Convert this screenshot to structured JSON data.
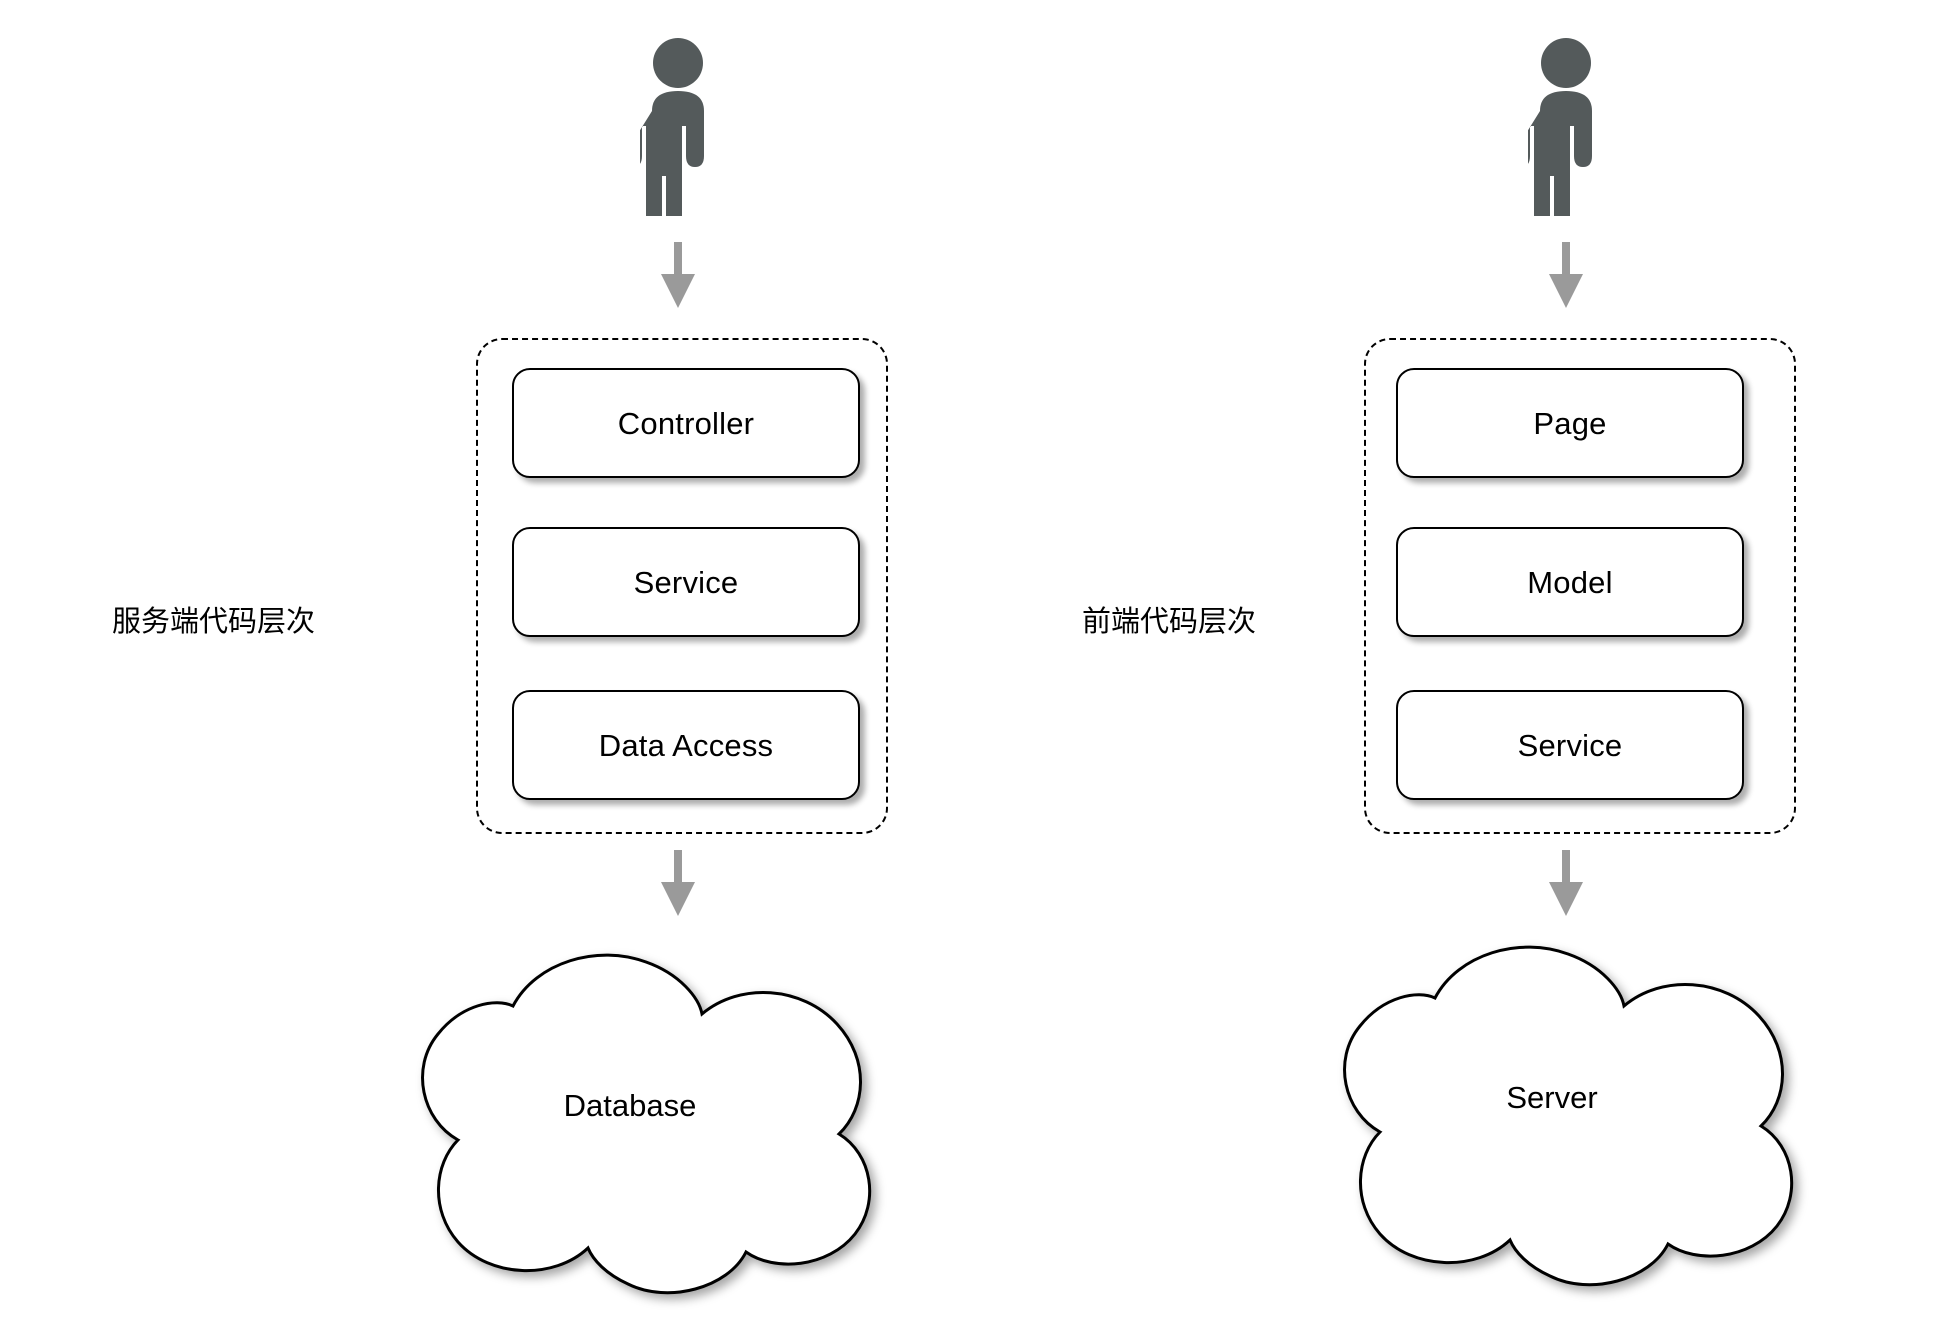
{
  "diagram": {
    "title": "Code layering architecture diagram",
    "colors": {
      "actor_fill": "#545a5b",
      "arrow_fill": "#9a9a9a",
      "box_stroke": "#000000",
      "box_fill": "#ffffff",
      "group_stroke": "#000000",
      "cloud_stroke": "#000000",
      "background": "#ffffff",
      "text": "#000000"
    },
    "columns": [
      {
        "id": "server-side",
        "caption": "服务端代码层次",
        "actor_name": "user-actor-server",
        "layers": [
          {
            "label": "Controller"
          },
          {
            "label": "Service"
          },
          {
            "label": "Data Access"
          }
        ],
        "backend": {
          "label": "Database"
        }
      },
      {
        "id": "front-end",
        "caption": "前端代码层次",
        "actor_name": "user-actor-frontend",
        "layers": [
          {
            "label": "Page"
          },
          {
            "label": "Model"
          },
          {
            "label": "Service"
          }
        ],
        "backend": {
          "label": "Server"
        }
      }
    ]
  }
}
